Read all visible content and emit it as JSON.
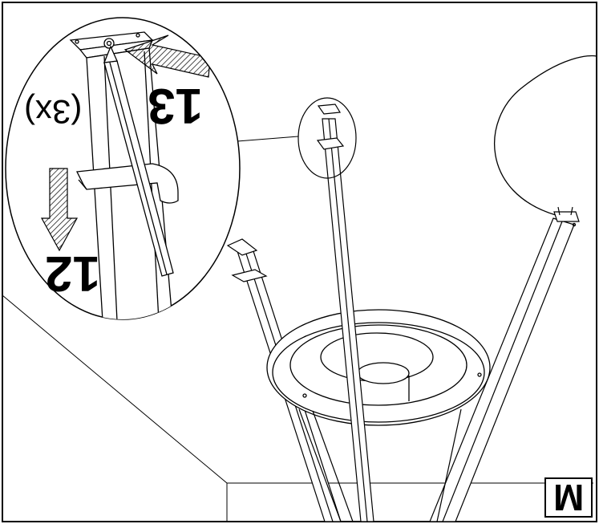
{
  "instruction": {
    "step_insert": "13",
    "step_push": "12",
    "quantity": "(3x)",
    "page_marker": "M"
  },
  "colors": {
    "line": "#000000",
    "background": "#ffffff"
  }
}
